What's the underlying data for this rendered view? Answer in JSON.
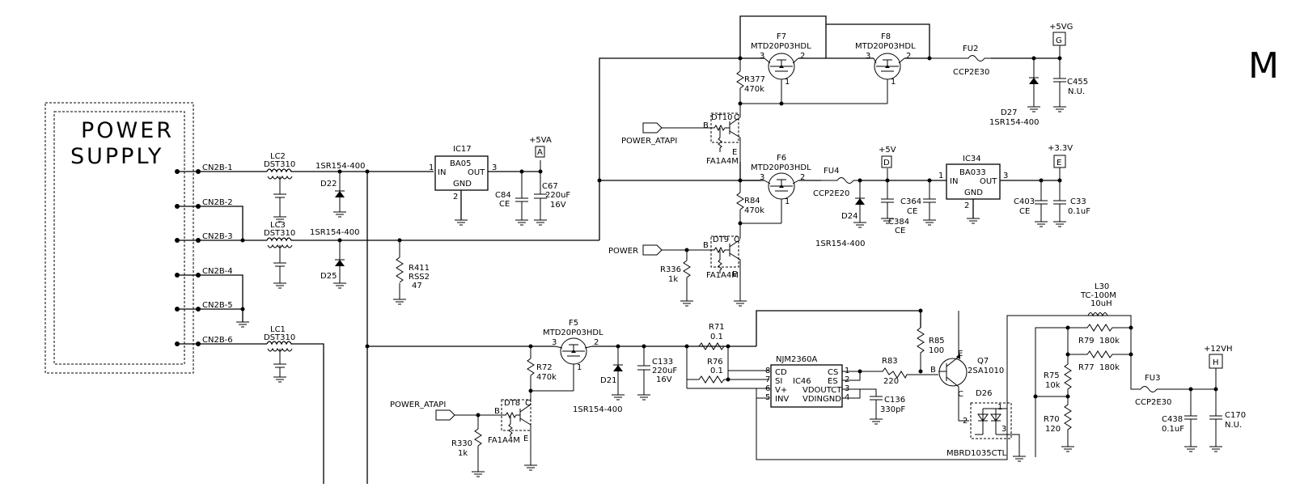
{
  "power_supply": {
    "line1": "POWER",
    "line2": "SUPPLY"
  },
  "connector_pins": [
    "CN2B-1",
    "CN2B-2",
    "CN2B-3",
    "CN2B-4",
    "CN2B-5",
    "CN2B-6"
  ],
  "coils": {
    "lc2": {
      "ref": "LC2",
      "val": "DST310"
    },
    "lc3": {
      "ref": "LC3",
      "val": "DST310"
    },
    "lc1": {
      "ref": "LC1",
      "val": "DST310"
    }
  },
  "diodes": {
    "d22": "D22",
    "d25": "D25",
    "d24": "D24",
    "d21": "D21",
    "d27": "D27",
    "d26": "D26",
    "part_1sr": "1SR154-400"
  },
  "regulators": {
    "ic17": {
      "ref": "IC17",
      "name": "BA05",
      "in": "IN",
      "out": "OUT",
      "gnd": "GND",
      "p1": "1",
      "p2": "2",
      "p3": "3"
    },
    "ic34": {
      "ref": "IC34",
      "name": "BA033",
      "in": "IN",
      "out": "OUT",
      "gnd": "GND",
      "p1": "1",
      "p2": "2",
      "p3": "3"
    }
  },
  "caps": {
    "c84": {
      "ref": "C84",
      "val": "CE"
    },
    "c67": {
      "ref": "C67",
      "val": "220uF",
      "v": "16V"
    },
    "c364": {
      "ref": "C364",
      "val": "CE"
    },
    "c384": {
      "ref": "C384",
      "val": "CE"
    },
    "c403": {
      "ref": "C403",
      "val": "CE"
    },
    "c33": {
      "ref": "C33",
      "val": "0.1uF"
    },
    "c455": {
      "ref": "C455",
      "val": "N.U."
    },
    "c133": {
      "ref": "C133",
      "val": "220uF",
      "v": "16V"
    },
    "c136": {
      "ref": "C136",
      "val": "330pF"
    },
    "c438": {
      "ref": "C438",
      "val": "0.1uF"
    },
    "c170": {
      "ref": "C170",
      "val": "N.U."
    }
  },
  "resistors": {
    "r411": {
      "ref": "R411",
      "val": "RSS2",
      "val2": "47"
    },
    "r377": {
      "ref": "R377",
      "val": "470k"
    },
    "r84": {
      "ref": "R84",
      "val": "470k"
    },
    "r336": {
      "ref": "R336",
      "val": "1k"
    },
    "r72": {
      "ref": "R72",
      "val": "470k"
    },
    "r330": {
      "ref": "R330",
      "val": "1k"
    },
    "r71": {
      "ref": "R71",
      "val": "0.1"
    },
    "r76": {
      "ref": "R76",
      "val": "0.1"
    },
    "r83": {
      "ref": "R83",
      "val": "220"
    },
    "r85": {
      "ref": "R85",
      "val": "100"
    },
    "r79": {
      "ref": "R79",
      "val": "180k"
    },
    "r77": {
      "ref": "R77",
      "val": "180k"
    },
    "r75": {
      "ref": "R75",
      "val": "10k"
    },
    "r70": {
      "ref": "R70",
      "val": "120"
    }
  },
  "mosfets": {
    "f7": {
      "ref": "F7",
      "part": "MTD20P03HDL"
    },
    "f8": {
      "ref": "F8",
      "part": "MTD20P03HDL"
    },
    "f6": {
      "ref": "F6",
      "part": "MTD20P03HDL"
    },
    "f5": {
      "ref": "F5",
      "part": "MTD20P03HDL"
    }
  },
  "drivers": {
    "dt10": {
      "ref": "DT10",
      "part": "FA1A4M"
    },
    "dt9": {
      "ref": "DT9",
      "part": "FA1A4M"
    },
    "dt8": {
      "ref": "DT8",
      "part": "FA1A4M"
    }
  },
  "fuses": {
    "fu2": {
      "ref": "FU2",
      "part": "CCP2E30"
    },
    "fu4": {
      "ref": "FU4",
      "part": "CCP2E20"
    },
    "fu3": {
      "ref": "FU3",
      "part": "CCP2E30"
    }
  },
  "signals": {
    "power_atapi": "POWER_ATAPI",
    "power": "POWER"
  },
  "rails": {
    "5va": {
      "name": "+5VA",
      "letter": "A"
    },
    "5v": {
      "name": "+5V",
      "letter": "D"
    },
    "33v": {
      "name": "+3.3V",
      "letter": "E"
    },
    "5vg": {
      "name": "+5VG",
      "letter": "G"
    },
    "12vh": {
      "name": "+12VH",
      "letter": "H"
    }
  },
  "ic46": {
    "ref": "IC46",
    "part": "NJM2360A",
    "pins_left": [
      "CD",
      "SI",
      "V+",
      "INV"
    ],
    "pins_left_nums": [
      "8",
      "7",
      "6",
      "5"
    ],
    "pins_right": [
      "CS",
      "ES",
      "VDOUTCT",
      "VDINGND"
    ],
    "pins_right_nums": [
      "1",
      "2",
      "3",
      "4"
    ]
  },
  "q7": {
    "ref": "Q7",
    "part": "2SA1010"
  },
  "l30": {
    "ref": "L30",
    "part": "TC-100M",
    "val": "10uH"
  },
  "d26_part": "MBRD1035CTL",
  "pin_labels": {
    "b": "B",
    "c": "C",
    "e": "E",
    "p1": "1",
    "p2": "2",
    "p3": "3"
  },
  "edge_letter": "M"
}
